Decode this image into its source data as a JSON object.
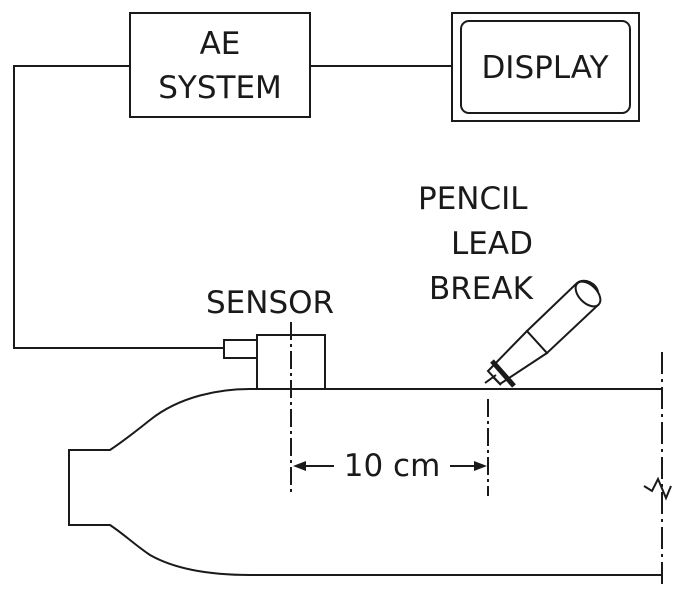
{
  "labels": {
    "ae_system_line1": "AE",
    "ae_system_line2": "SYSTEM",
    "display": "DISPLAY",
    "pencil_line1": "PENCIL",
    "pencil_line2": "LEAD",
    "pencil_line3": "BREAK",
    "sensor": "SENSOR",
    "distance": "10 cm"
  }
}
